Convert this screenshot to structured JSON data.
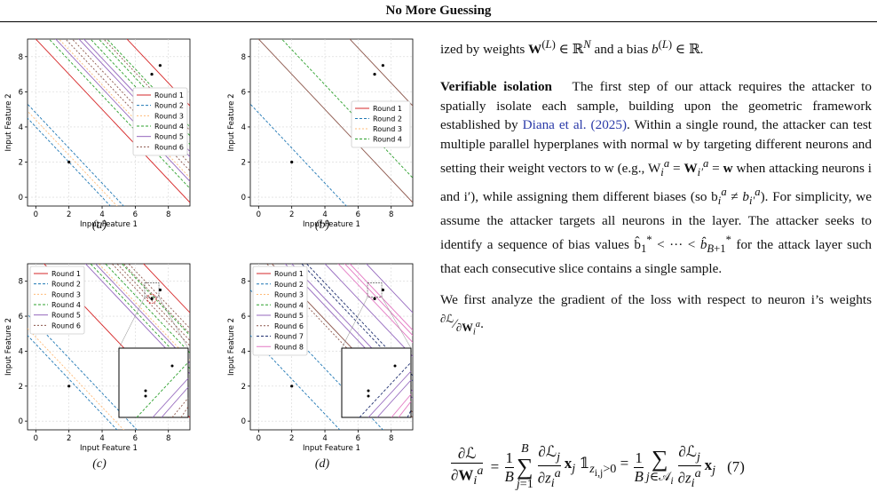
{
  "header": {
    "title": "No More Guessing"
  },
  "figure": {
    "axis_xlabel": "Input Feature 1",
    "axis_ylabel": "Input Feature 2",
    "x_ticks": [
      "0",
      "2",
      "4",
      "6",
      "8"
    ],
    "y_ticks": [
      "0",
      "2",
      "4",
      "6",
      "8"
    ],
    "colors": {
      "round1": "#d62728",
      "round2": "#1f77b4",
      "round3": "#ffbb78",
      "round4": "#2ca02c",
      "round5": "#9467bd",
      "round6": "#8c564b",
      "round7": "#1f2f6f",
      "round8": "#e377c2",
      "boundary": "#8c564b"
    },
    "captions": {
      "a": "(a)",
      "b": "(b)",
      "c": "(c)",
      "d": "(d)"
    }
  },
  "chart_data": [
    {
      "type": "line",
      "panel": "(a)",
      "xlabel": "Input Feature 1",
      "ylabel": "Input Feature 2",
      "xlim": [
        -0.5,
        9.3
      ],
      "ylim": [
        -0.5,
        9
      ],
      "points": [
        [
          2,
          2
        ],
        [
          7,
          7
        ],
        [
          7.5,
          7.5
        ]
      ],
      "legend": [
        "Round 1",
        "Round 2",
        "Round 3",
        "Round 4",
        "Round 5",
        "Round 6"
      ],
      "legend_position": "center-right"
    },
    {
      "type": "line",
      "panel": "(b)",
      "xlabel": "Input Feature 1",
      "ylabel": "Input Feature 2",
      "xlim": [
        -0.5,
        9.3
      ],
      "ylim": [
        -0.5,
        9
      ],
      "points": [
        [
          2,
          2
        ],
        [
          7,
          7
        ],
        [
          7.5,
          7.5
        ]
      ],
      "legend": [
        "Round 1",
        "Round 2",
        "Round 3",
        "Round 4"
      ],
      "legend_position": "center-right"
    },
    {
      "type": "line",
      "panel": "(c)",
      "xlabel": "Input Feature 1",
      "ylabel": "Input Feature 2",
      "xlim": [
        -0.5,
        9.3
      ],
      "ylim": [
        -0.5,
        9
      ],
      "points": [
        [
          2,
          2
        ],
        [
          7,
          7
        ],
        [
          7.5,
          7.5
        ]
      ],
      "legend": [
        "Round 1",
        "Round 2",
        "Round 3",
        "Round 4",
        "Round 5",
        "Round 6"
      ],
      "legend_position": "top-left"
    },
    {
      "type": "line",
      "panel": "(d)",
      "xlabel": "Input Feature 1",
      "ylabel": "Input Feature 2",
      "xlim": [
        -0.5,
        9.3
      ],
      "ylim": [
        -0.5,
        9
      ],
      "points": [
        [
          2,
          2
        ],
        [
          7,
          7
        ],
        [
          7.5,
          7.5
        ]
      ],
      "legend": [
        "Round 1",
        "Round 2",
        "Round 3",
        "Round 4",
        "Round 5",
        "Round 6",
        "Round 7",
        "Round 8"
      ],
      "legend_position": "top-left"
    }
  ],
  "text": {
    "line1_pre": "ized by weights ",
    "line1_mid": " and a bias ",
    "line1_end": ".",
    "p1_title": "Verifiable isolation",
    "p1_a": "The first step of our attack requires the attacker to spatially isolate each sample, building upon the geometric framework established by ",
    "p1_cite": "Diana et al. (2025)",
    "p1_b": ". Within a single round, the attacker can test multiple parallel hyperplanes with normal w by targeting different neurons and setting their weight vectors to w (e.g., W",
    "p1_c": " when attacking neurons i and i′), while assigning them different biases (so b",
    "p1_d": "). For simplicity, we assume the attacker targets all neurons in the layer. The attacker seeks to identify a sequence of bias values b̂",
    "p1_e": " for the attack layer such that each consecutive slice contains a single sample.",
    "p2": "We first analyze the gradient of the loss with respect to neuron i’s weights ",
    "p2_end": ".",
    "eq_number": "(7)"
  }
}
